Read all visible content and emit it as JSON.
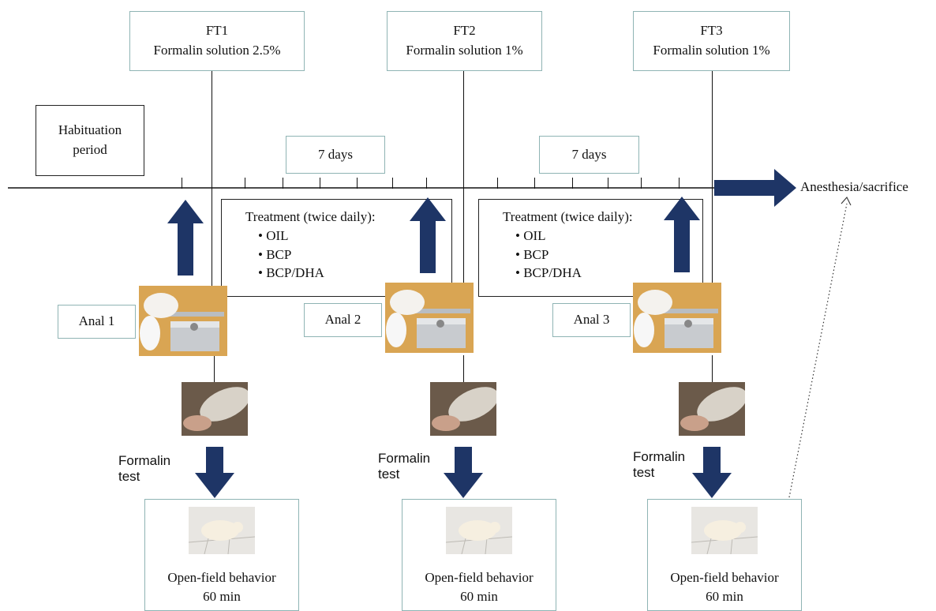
{
  "formalin_tests": [
    {
      "title": "FT1",
      "solution": "Formalin solution 2.5%"
    },
    {
      "title": "FT2",
      "solution": "Formalin solution 1%"
    },
    {
      "title": "FT3",
      "solution": "Formalin solution 1%"
    }
  ],
  "habituation": {
    "line1": "Habituation",
    "line2": "period"
  },
  "intervals": [
    "7 days",
    "7 days"
  ],
  "endpoint": "Anesthesia/sacrifice",
  "treatment": {
    "title": "Treatment (twice daily):",
    "items": [
      "OIL",
      "BCP",
      "BCP/DHA"
    ]
  },
  "anal_labels": [
    "Anal 1",
    "Anal 2",
    "Anal 3"
  ],
  "formalin_test_label": {
    "line1": "Formalin",
    "line2": "test"
  },
  "open_field": {
    "line1": "Open-field behavior",
    "line2": "60 min"
  },
  "colors": {
    "arrow": "#1e3566",
    "teal_border": "#8fb4b4"
  },
  "icons": [
    "up-arrow-icon",
    "down-arrow-icon",
    "right-arrow-icon",
    "rat-analgesimeter-photo",
    "rat-paw-injection-photo",
    "rat-open-field-photo"
  ]
}
